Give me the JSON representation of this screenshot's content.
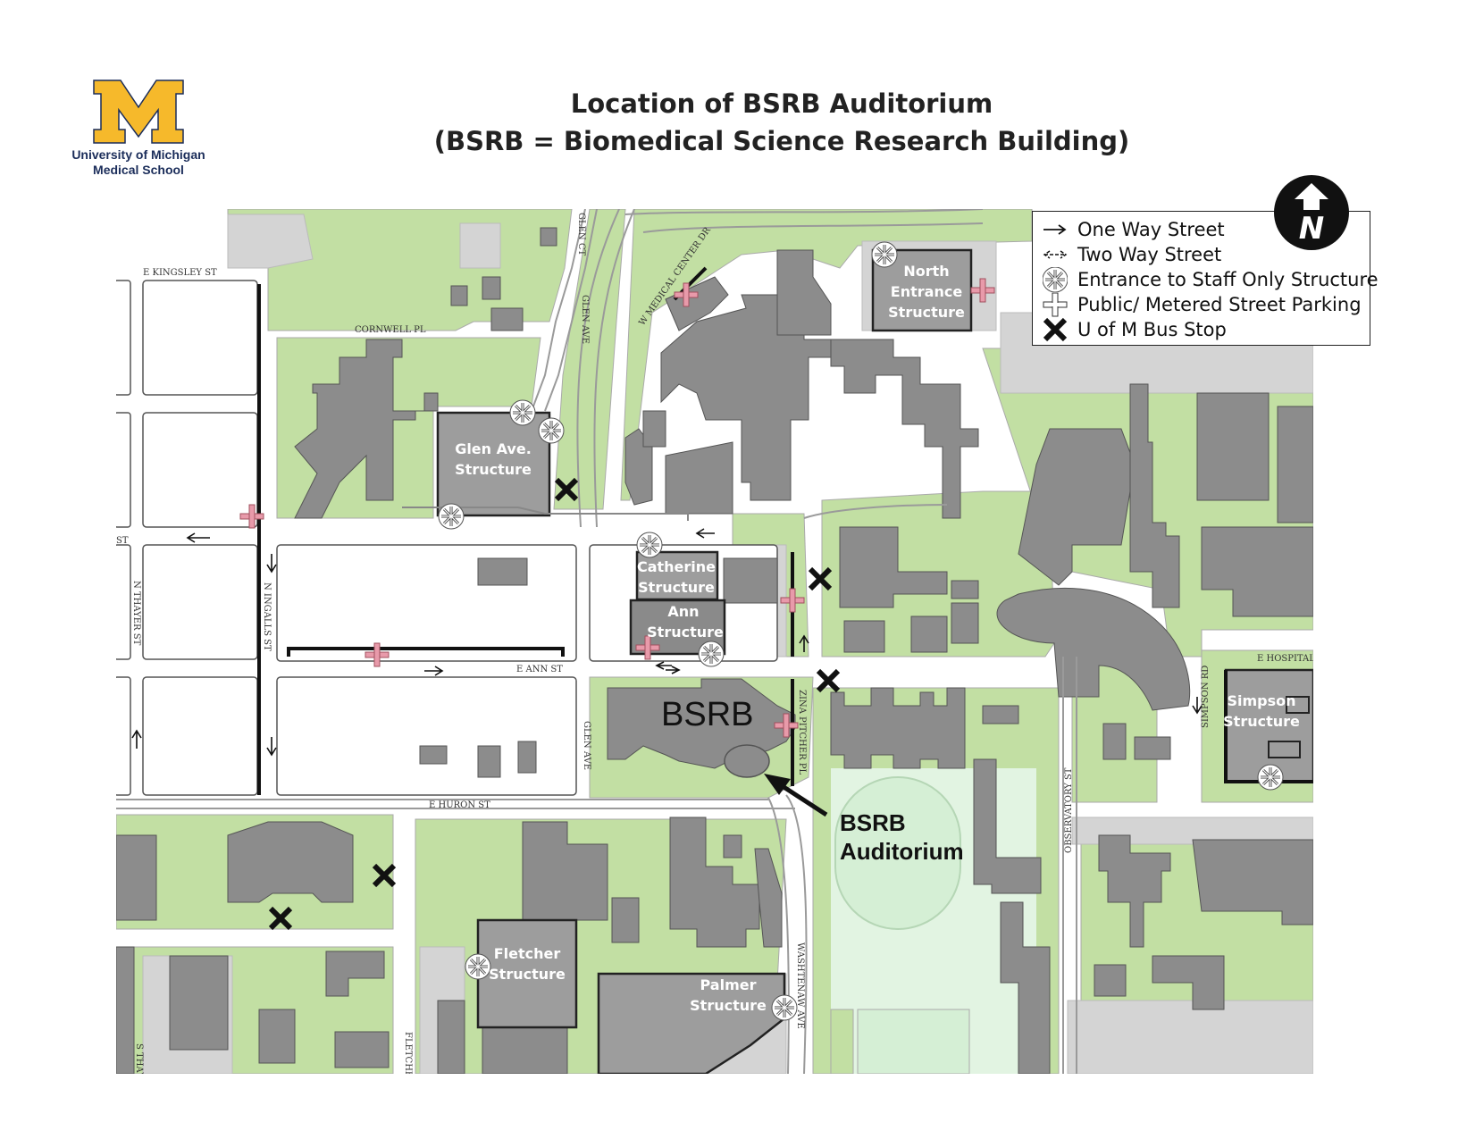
{
  "header": {
    "title_line1": "Location of BSRB Auditorium",
    "title_line2": "(BSRB = Biomedical Science Research Building)"
  },
  "logo": {
    "letter": "M",
    "line1": "University of Michigan",
    "line2": "Medical School",
    "colors": {
      "maize": "#f6b92b",
      "blue": "#1b2d5a"
    }
  },
  "legend": {
    "items": [
      {
        "icon": "one-way-arrow-icon",
        "label": "One Way Street"
      },
      {
        "icon": "two-way-arrow-icon",
        "label": "Two Way Street"
      },
      {
        "icon": "staff-entrance-icon",
        "label": "Entrance to Staff Only Structure"
      },
      {
        "icon": "parking-cross-icon",
        "label": "Public/ Metered Street Parking"
      },
      {
        "icon": "bus-stop-x-icon",
        "label": "U of M Bus Stop"
      }
    ]
  },
  "compass": {
    "label": "N",
    "icon": "north-arrow-icon"
  },
  "streets": {
    "kingsley": "E KINGSLEY ST",
    "cornwell": "CORNWELL PL",
    "glen_ct": "GLEN CT",
    "glen_ave_north": "GLEN AVE",
    "medical_center": "W MEDICAL CENTER DR",
    "thayer_n": "N THAYER ST",
    "ingalls": "N INGALLS ST",
    "ann": "E ANN ST",
    "glen_ave_south": "GLEN AVE",
    "zina": "ZINA PITCHER PL",
    "huron": "E HURON ST",
    "washtenaw": "WASHTENAW AVE",
    "observatory": "OBSERVATORY ST",
    "simpson_rd": "SIMPSON RD",
    "hospital": "E HOSPITAL D",
    "thayer_s": "S THAY",
    "fletcher": "FLETCHER",
    "st_fragment": "ST"
  },
  "structures": {
    "north_entrance": [
      "North",
      "Entrance",
      "Structure"
    ],
    "glen_ave": [
      "Glen Ave.",
      "Structure"
    ],
    "catherine": [
      "Catherine",
      "Structure"
    ],
    "ann": [
      "Ann",
      "Structure"
    ],
    "simpson": [
      "Simpson",
      "Structure"
    ],
    "fletcher": [
      "Fletcher",
      "Structure"
    ],
    "palmer": [
      "Palmer",
      "Structure"
    ]
  },
  "landmarks": {
    "bsrb": "BSRB",
    "auditorium_line1": "BSRB",
    "auditorium_line2": "Auditorium"
  },
  "colors": {
    "green": "#c2dfa3",
    "building": "#8c8c8c",
    "road": "#ffffff",
    "paved": "#d4d4d4",
    "parking_marker": "#e89aaa",
    "track_field": "#e2f4e2"
  }
}
